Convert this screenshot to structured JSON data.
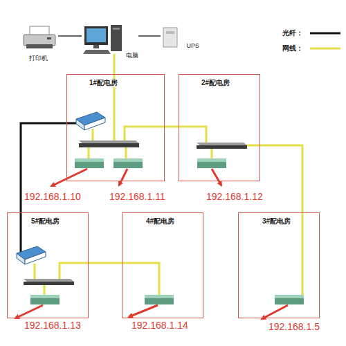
{
  "diagram": {
    "nodes": [
      {
        "text": [
          "打印机"
        ]
      },
      {
        "text": [
          "电脑"
        ]
      },
      {
        "text": [
          "UPS"
        ]
      },
      {
        "text": [
          "1#配电房"
        ]
      },
      {
        "text": [
          "2#配电房"
        ]
      },
      {
        "text": [
          "5#配电房"
        ]
      },
      {
        "text": [
          "4#配电房"
        ]
      },
      {
        "text": [
          "3#配电房"
        ]
      }
    ],
    "edges": [
      {
        "from": 0,
        "to": 1,
        "arrow": "none"
      },
      {
        "from": 1,
        "to": 2,
        "arrow": "none"
      }
    ],
    "labels": [
      "192.168.1.10",
      "192.168.1.11",
      "192.168.1.12",
      "192.168.1.13",
      "192.168.1.14",
      "192.168.1.5"
    ],
    "legend": [
      {
        "text": "光纤："
      },
      {
        "text": "网线："
      }
    ]
  }
}
